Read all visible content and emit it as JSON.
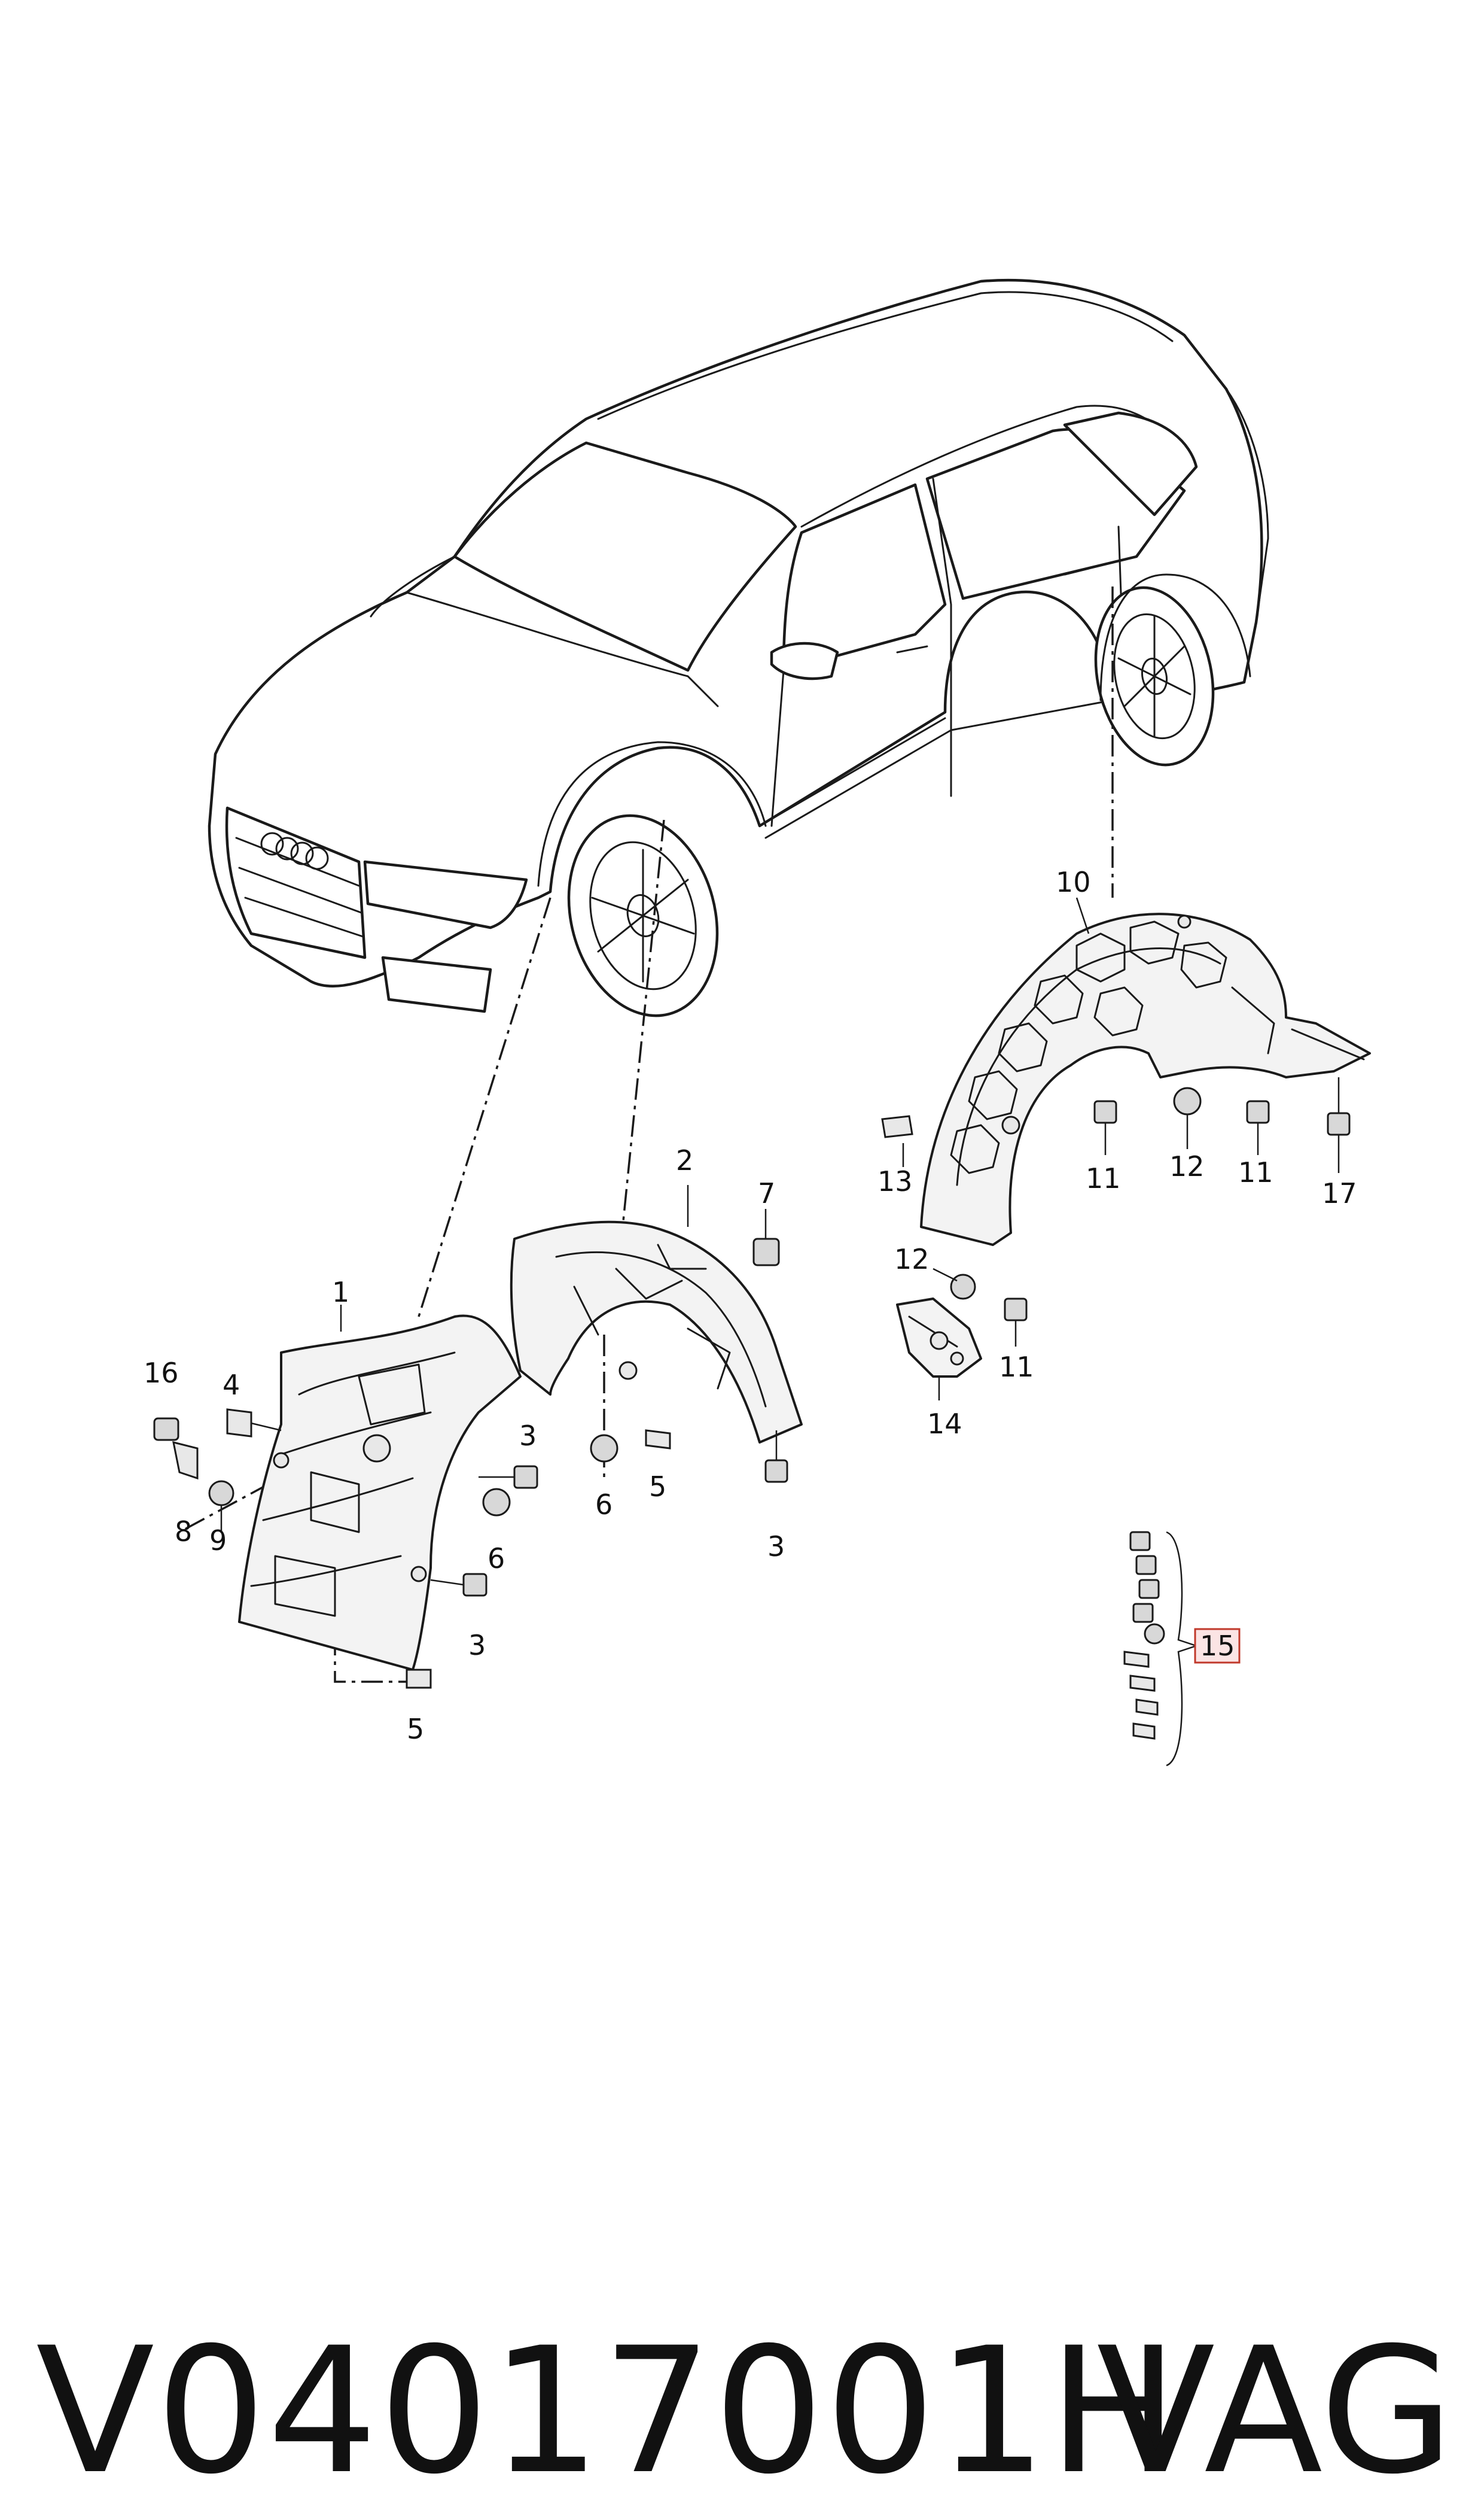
{
  "callouts": {
    "c1": "1",
    "c2": "2",
    "c3a": "3",
    "c3b": "3",
    "c3c": "3",
    "c4": "4",
    "c5a": "5",
    "c5b": "5",
    "c6a": "6",
    "c6b": "6",
    "c7": "7",
    "c8": "8",
    "c9": "9",
    "c10": "10",
    "c11a": "11",
    "c11b": "11",
    "c11c": "11",
    "c12a": "12",
    "c12b": "12",
    "c13": "13",
    "c14": "14",
    "c15": "15",
    "c16": "16",
    "c17": "17"
  },
  "footer": {
    "part_number": "V04017001H",
    "brand": "VAG"
  }
}
